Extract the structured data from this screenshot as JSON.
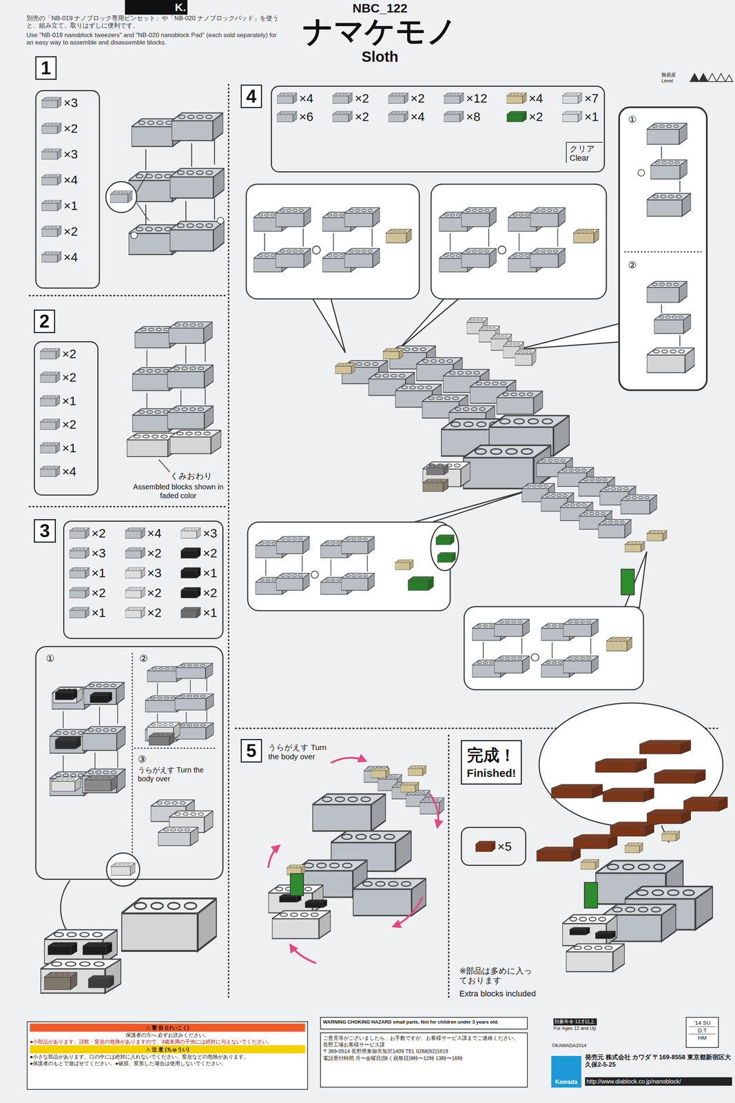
{
  "diagram": {
    "title": "ナマケモノ",
    "nodes": [
      {
        "text": [
          "1"
        ]
      },
      {
        "text": [
          "×3",
          "×2",
          "×3",
          "×4",
          "×1",
          "×2",
          "×4"
        ]
      },
      {
        "text": [
          "2"
        ]
      },
      {
        "text": [
          "×2",
          "×2",
          "×1",
          "×2",
          "×1",
          "×4"
        ]
      },
      {
        "text": [
          "3"
        ]
      },
      {
        "text": [
          "×2",
          "×4",
          "×3",
          "×3",
          "×2",
          "×2",
          "×1",
          "×3",
          "×1",
          "×2",
          "×2",
          "×2",
          "×1",
          "×2",
          "×1"
        ]
      },
      {
        "text": [
          "①",
          "②",
          "③",
          "うらがえす Turn the body over"
        ]
      },
      {
        "text": [
          "4"
        ]
      },
      {
        "text": [
          "×4",
          "×2",
          "×2",
          "×12",
          "×4",
          "×7",
          "×6",
          "×2",
          "×4",
          "×8",
          "×2",
          "×1",
          "クリア Clear"
        ]
      },
      {
        "text": [
          "①",
          "②"
        ]
      },
      {
        "text": [
          "5"
        ]
      },
      {
        "text": [
          "完成！",
          "Finished!"
        ]
      },
      {
        "text": [
          "×5"
        ]
      },
      {
        "text": [
          "⚠ 警 告 (けいこく)",
          "保護者の方へ 必ずお読みください。",
          "●小部品があります。誤飲・窒息の危険がありますので、3歳未満の子供には絶対に与えないでください。",
          "⚠ 注 意 (ちゅうい)",
          "●小さな部品があります。口の中には絶対に入れないでください。窒息などの危険があります。",
          "●保護者のもとで遊ばせてください。●破損、変形した場合は使用しないでください。"
        ]
      },
      {
        "text": [
          "WARNING CHOKING HAZARD small parts. Not for children under 3 years old."
        ]
      },
      {
        "text": [
          "ご意見等がございましたら、お手数ですが、お客様サービス課までご連絡ください。",
          "長野工場お客様サービス課",
          "〒389-0514 長野県東御市加沢1409 TEL 0268(62)1819",
          "電話受付時間 月〜金曜日(除く祝祭日)9時〜12時 13時〜16時"
        ]
      },
      {
        "text": [
          "対象年令 12才以上",
          "For Ages 12 and Up"
        ]
      },
      {
        "text": [
          "'14 SU",
          "D.T",
          "HM"
        ]
      },
      {
        "text": [
          "Kawada"
        ]
      }
    ],
    "labels": [
      "K.",
      "別売の「NB-019 ナノブロック専用ピンセット」や「NB-020 ナノブロックパッド」を使うと、組み立て、取りはずしに便利です。",
      "Use \"NB-019 nanoblock tweezers\" and \"NB-020 nanoblock Pad\" (each sold separately) for an easy way to assemble and disassemble blocks.",
      "NBC_122",
      "Sloth",
      "難易度 Level",
      "くみおわり",
      "Assembled blocks shown in faded color",
      "うらがえす Turn the body over",
      "※部品は多めに入っております",
      "Extra blocks included",
      "©KAWADA2014",
      "発売元 株式会社 カワダ 〒169-8558 東京都新宿区大久保2-5-25",
      "http://www.diablock.co.jp/nanoblock/"
    ]
  }
}
